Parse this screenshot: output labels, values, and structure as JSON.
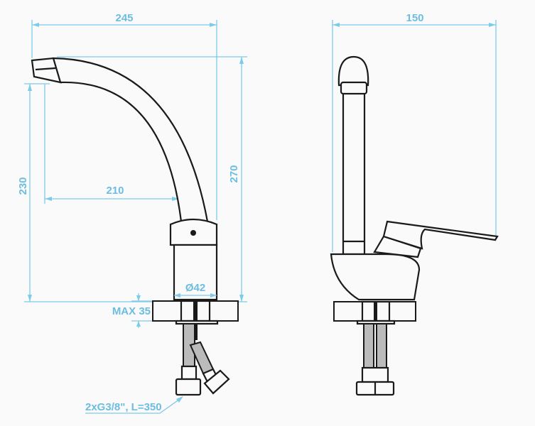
{
  "drawing": {
    "front_view": {
      "width_label": "245",
      "height_label": "270",
      "spout_height_label": "230",
      "spout_reach_label": "210",
      "base_diameter_label": "Ø42",
      "max_counter_label": "MAX 35",
      "hose_label": "2xG3/8\", L=350"
    },
    "side_view": {
      "depth_label": "150"
    }
  },
  "colors": {
    "dimension": "#7ccbea",
    "outline": "#1a1a1a"
  }
}
